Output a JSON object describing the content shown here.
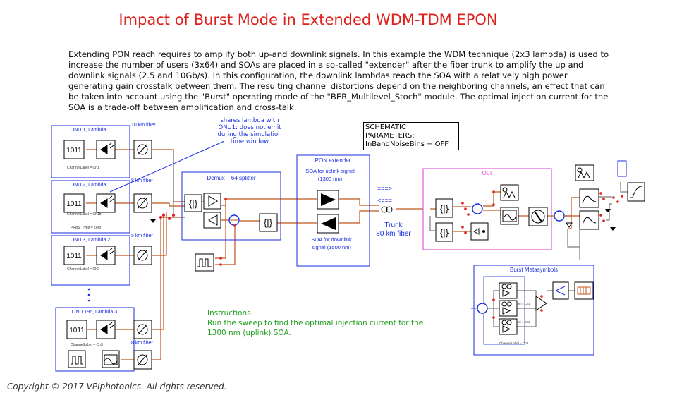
{
  "title": "Impact of Burst Mode in Extended WDM-TDM EPON",
  "description": "Extending PON reach requires to amplify both up-and downlink signals. In this example the WDM technique (2x3 lambda) is used to increase the number of users (3x64) and SOAs are placed in a so-called \"extender\" after the fiber trunk to amplify the up and downlink signals (2.5 and 10Gb/s). In this configuration, the downlink lambdas reach the SOA with a relatively high power generating gain crosstalk between them. The resulting channel distortions depend on the neighboring channels, an effect that can be taken into account using the \"Burst\" operating mode of the \"BER_Multilevel_Stoch\" module. The optimal injection current for the SOA is a trade-off between amplification and cross-talk.",
  "parameters": {
    "heading": "SCHEMATIC PARAMETERS:",
    "line": "InBandNoiseBins = OFF"
  },
  "note": "shares lambda with ONU1: does not emit during the simulation time window",
  "onus": [
    {
      "label": "ONU 1, Lambda 1",
      "channel": "ChannelLabel = Ch1",
      "fiber": "10 km fiber"
    },
    {
      "label": "ONU 2, Lambda 1",
      "channel": "ChannelLabel = Ch1b",
      "extra": "PRBS_Type = Zero",
      "fiber": "8 km fiber"
    },
    {
      "label": "ONU 3, Lambda 2",
      "channel": "ChannelLabel = Ch2",
      "fiber": "5 km fiber"
    },
    {
      "label": "ONU 196, Lambda 3",
      "channel": "ChannelLabel = Ch3",
      "fiber": "8 km fiber"
    }
  ],
  "prbs_label": "1011",
  "demux_label": "Demux + 64 splitter",
  "extender": {
    "label": "PON extender",
    "uplink": [
      "SOA for uplink signal",
      "(1300 nm)"
    ],
    "downlink": [
      "SOA for downlink",
      "signal (1500 nm)"
    ]
  },
  "arrows": {
    "up": "===>",
    "down": "<==="
  },
  "trunk": [
    "Trunk",
    "80 km fiber"
  ],
  "olt_label": "OLT",
  "burst_label": "Burst Metasymbols",
  "burst_channels": [
    "el = Ch1",
    "el = Ch2",
    "ChannelLabel = Ch3"
  ],
  "instructions": {
    "heading": "Instructions:",
    "body": "Run the sweep to find the optimal injection current for the 1300 nm (uplink) SOA."
  },
  "copyright": "Copyright © 2017 VPIphotonics. All rights reserved.",
  "colors": {
    "title": "#e0201c",
    "blue": "#1a2ee0",
    "magenta": "#e23ad8",
    "green": "#22a022",
    "wire_opt": "#c2541f",
    "wire_el": "#7a7a7a"
  }
}
